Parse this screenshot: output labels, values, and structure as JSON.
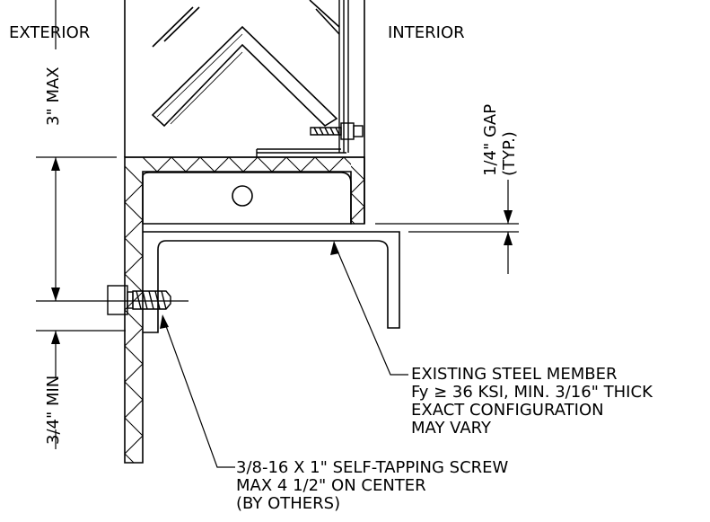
{
  "labels": {
    "exterior": "EXTERIOR",
    "interior": "INTERIOR",
    "max_dim": "3\" MAX",
    "min_dim": "3/4\" MIN",
    "gap_line1": "1/4\" GAP",
    "gap_line2": "(TYP.)"
  },
  "notes": {
    "steel": [
      "EXISTING STEEL MEMBER",
      "Fy ≥ 36 KSI, MIN. 3/16\" THICK",
      "EXACT CONFIGURATION",
      "MAY VARY"
    ],
    "screw": [
      "3/8-16 X 1\" SELF-TAPPING SCREW",
      "MAX 4 1/2\" ON CENTER",
      "(BY OTHERS)"
    ]
  }
}
